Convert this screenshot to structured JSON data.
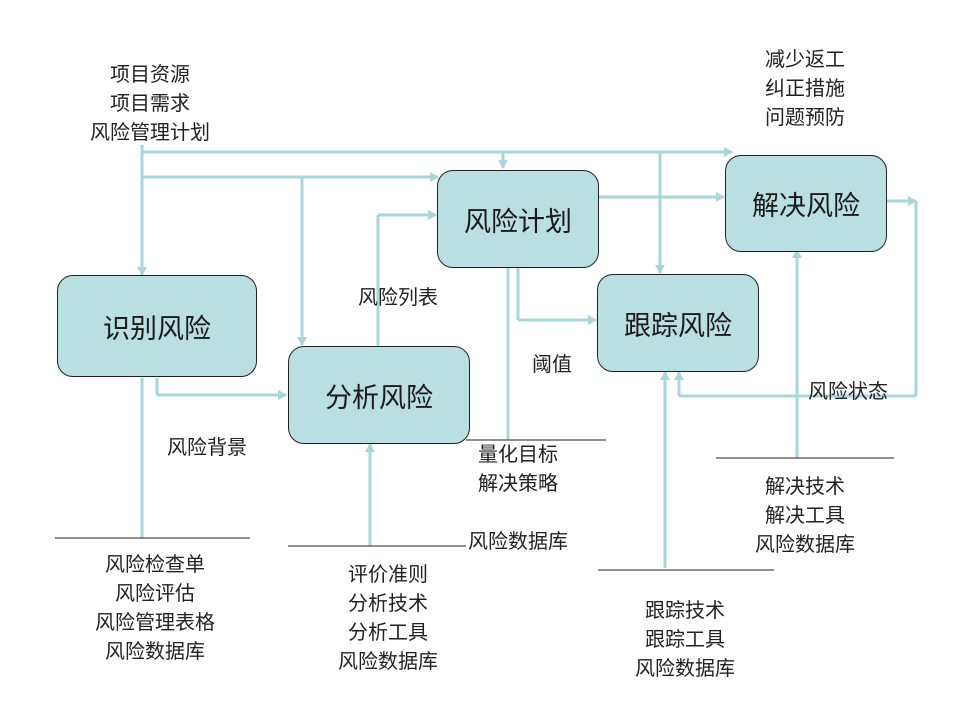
{
  "boxes": {
    "identify": "识别风险",
    "analyze": "分析风险",
    "plan": "风险计划",
    "track": "跟踪风险",
    "resolve": "解决风险"
  },
  "top_left_inputs": [
    "项目资源",
    "项目需求",
    "风险管理计划"
  ],
  "top_right_outputs": [
    "减少返工",
    "纠正措施",
    "问题预防"
  ],
  "labels": {
    "risk_list": "风险列表",
    "threshold": "阈值",
    "risk_background": "风险背景",
    "risk_status": "风险状态"
  },
  "bottom_groups": {
    "identify": [
      "风险检查单",
      "风险评估",
      "风险管理表格",
      "风险数据库"
    ],
    "analyze": [
      "评价准则",
      "分析技术",
      "分析工具",
      "风险数据库"
    ],
    "plan": [
      "量化目标",
      "解决策略",
      "",
      "风险数据库"
    ],
    "track": [
      "跟踪技术",
      "跟踪工具",
      "风险数据库"
    ],
    "resolve": [
      "解决技术",
      "解决工具",
      "风险数据库"
    ]
  },
  "colors": {
    "box_fill": "#b9dfe0",
    "line": "#a9d6d8",
    "text": "#222222"
  }
}
